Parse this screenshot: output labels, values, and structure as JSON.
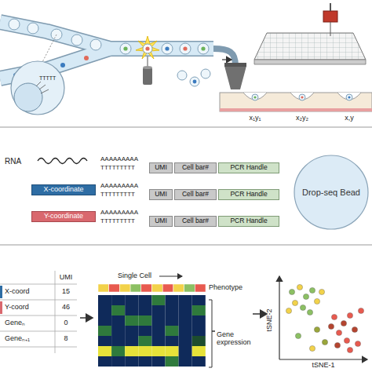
{
  "diagram": {
    "nodes": [
      {
        "text": [
          "UMI"
        ]
      },
      {
        "text": [
          "Cell bar#"
        ]
      },
      {
        "text": [
          "PCR Handle"
        ]
      },
      {
        "text": [
          "X-coordinate"
        ]
      },
      {
        "text": [
          "UMI"
        ]
      },
      {
        "text": [
          "Cell bar#"
        ]
      },
      {
        "text": [
          "PCR Handle"
        ]
      },
      {
        "text": [
          "Y-coordinate"
        ]
      },
      {
        "text": [
          "UMI"
        ]
      },
      {
        "text": [
          "Cell bar#"
        ]
      },
      {
        "text": [
          "PCR Handle"
        ]
      },
      {
        "text": [
          "Drop-seq Bead"
        ]
      }
    ],
    "labels": [
      "TTTTT",
      "x₁y₁",
      "x₂y₂",
      "x,y",
      "RNA",
      "AAAAAAAAA",
      "TTTTTTTTT",
      "AAAAAAAAA",
      "TTTTTTTTT",
      "AAAAAAAAA",
      "TTTTTTTTT",
      "UMI",
      "X-coord",
      "15",
      "Y-coord",
      "46",
      "Geneₙ",
      "0",
      "Geneₙ₊₁",
      "8",
      "Single Cell",
      "Phenotype",
      "Gene expression",
      "tSNE-2",
      "tSNE-1"
    ]
  }
}
